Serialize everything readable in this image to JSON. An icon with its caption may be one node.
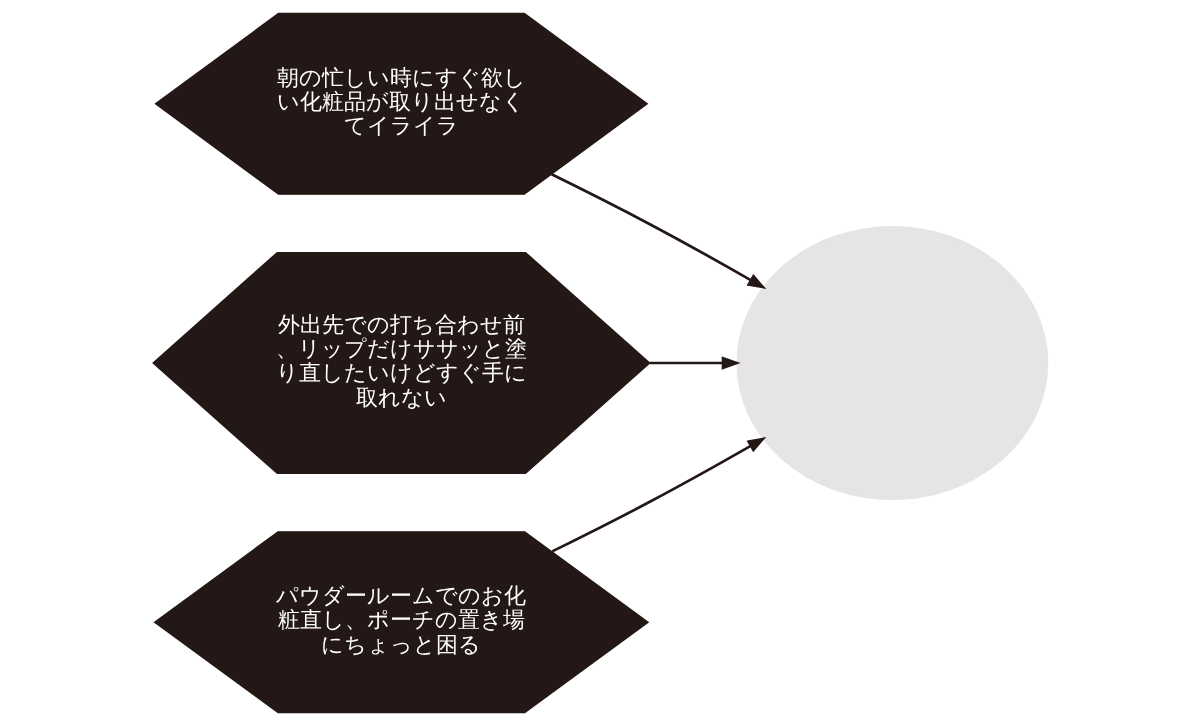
{
  "diagram": {
    "nodes": [
      {
        "text": [
          "朝の忙しい時にすぐ欲しい化粧品が取り出せなくてイライラ"
        ]
      },
      {
        "text": [],
        "shape": "picture"
      },
      {
        "text": [
          "外出先での打ち合わせ前、リップだけササッと塗り直したいけどすぐ手に取れない"
        ]
      },
      {
        "text": [
          "パウダールームでのお化粧直し、ポーチの置き場にちょっと困る"
        ]
      }
    ],
    "edges": [
      {
        "from": 0,
        "to": 1,
        "arrow": "to"
      },
      {
        "from": 2,
        "to": 1,
        "arrow": "to"
      },
      {
        "from": 3,
        "to": 1,
        "arrow": "to"
      }
    ]
  }
}
